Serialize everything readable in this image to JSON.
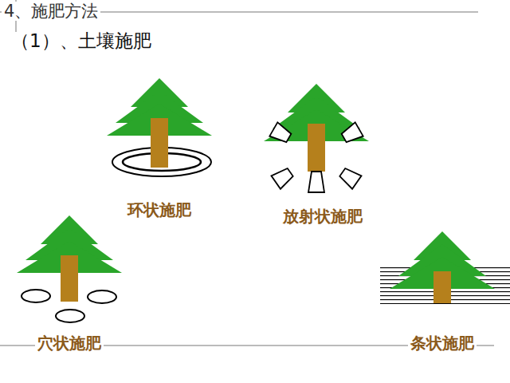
{
  "diagram": {
    "title": "4、施肥方法",
    "labels": [
      "（1）、土壤施肥",
      "环状施肥",
      "放射状施肥",
      "穴状施肥",
      "条状施肥"
    ]
  }
}
